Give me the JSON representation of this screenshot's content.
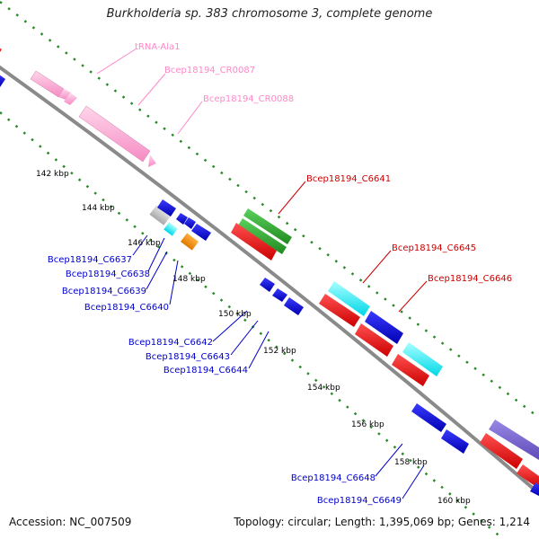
{
  "title": "Burkholderia sp. 383 chromosome 3, complete genome",
  "footer": {
    "accession": "Accession: NC_007509",
    "summary": "Topology: circular; Length: 1,395,069 bp; Genes: 1,214"
  },
  "colors": {
    "backbone": "#808080",
    "dots": "#2a8a2a",
    "rna": "#ffaad4",
    "rna_label": "#ff88c8",
    "highlight_label": "#cc0000",
    "gene_label": "#0000cc",
    "tick_label": "#000000"
  },
  "ticks": [
    {
      "label": "142 kbp"
    },
    {
      "label": "144 kbp"
    },
    {
      "label": "146 kbp"
    },
    {
      "label": "148 kbp"
    },
    {
      "label": "150 kbp"
    },
    {
      "label": "152 kbp"
    },
    {
      "label": "154 kbp"
    },
    {
      "label": "156 kbp"
    },
    {
      "label": "158 kbp"
    },
    {
      "label": "160 kbp"
    }
  ],
  "rna_labels": [
    "tRNA-Ala1",
    "Bcep18194_CR0087",
    "Bcep18194_CR0088"
  ],
  "highlight_labels": [
    "Bcep18194_C6641",
    "Bcep18194_C6645",
    "Bcep18194_C6646"
  ],
  "gene_labels": [
    "Bcep18194_C6637",
    "Bcep18194_C6638",
    "Bcep18194_C6639",
    "Bcep18194_C6640",
    "Bcep18194_C6642",
    "Bcep18194_C6643",
    "Bcep18194_C6644",
    "Bcep18194_C6648",
    "Bcep18194_C6649"
  ]
}
